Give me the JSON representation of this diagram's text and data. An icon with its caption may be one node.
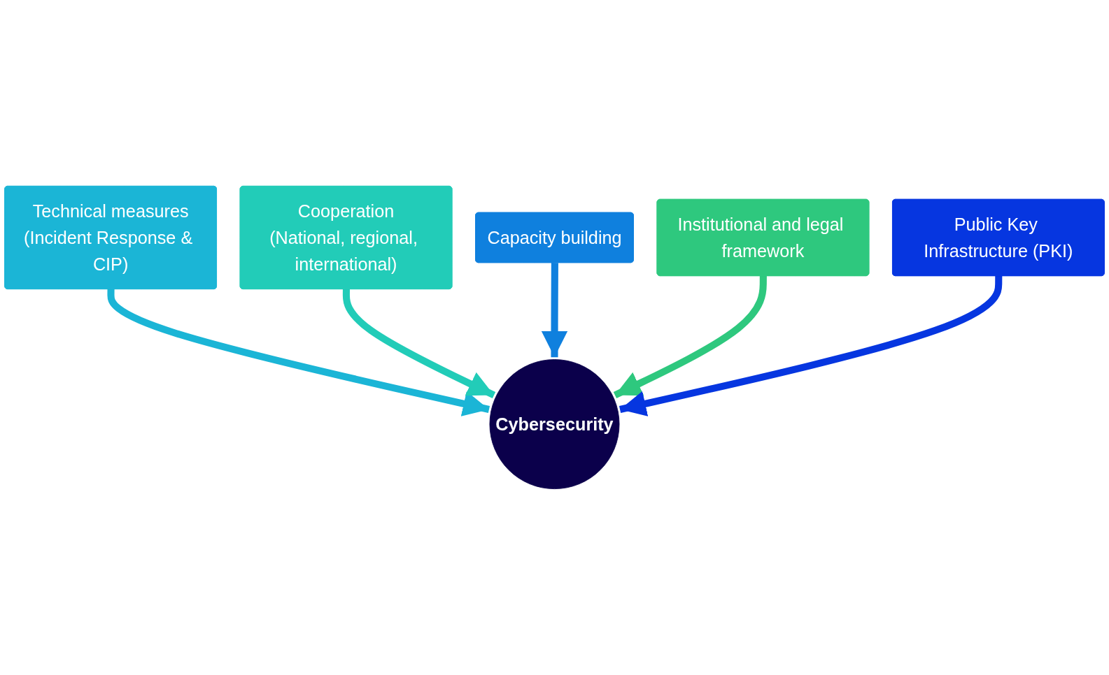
{
  "diagram": {
    "nodes": [
      {
        "text": [
          "Technical measures",
          "(Incident Response & CIP)"
        ]
      },
      {
        "text": [
          "Cooperation",
          "(National, regional, international)"
        ]
      },
      {
        "text": [
          "Capacity building"
        ]
      },
      {
        "text": [
          "Institutional and legal framework"
        ]
      },
      {
        "text": [
          "Cybersecurity"
        ]
      },
      {
        "text": [
          "Public Key Infrastructure (PKI)"
        ]
      }
    ],
    "edges": [
      {
        "from": 0,
        "to": 4,
        "arrow": "to",
        "color": "#1bb5d6"
      },
      {
        "from": 1,
        "to": 4,
        "arrow": "to",
        "color": "#22ccb8"
      },
      {
        "from": 2,
        "to": 4,
        "arrow": "to",
        "color": "#0f80de"
      },
      {
        "from": 3,
        "to": 4,
        "arrow": "to",
        "color": "#2ec87e"
      },
      {
        "from": 5,
        "to": 4,
        "arrow": "to",
        "color": "#0636e0"
      }
    ]
  }
}
